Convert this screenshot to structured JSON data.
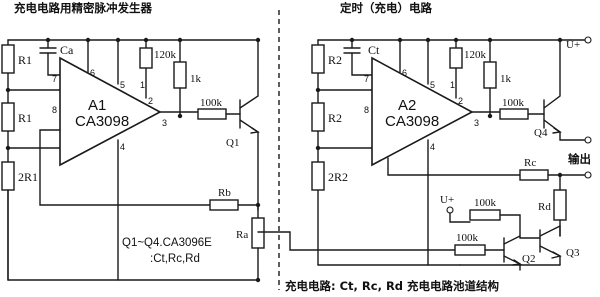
{
  "titles": {
    "left": "充电电路用精密脉冲发生器",
    "right": "定时（充电）电路"
  },
  "chips": {
    "a1_name": "A1",
    "a1_part": "CA3098",
    "a2_name": "A2",
    "a2_part": "CA3098"
  },
  "left": {
    "r1_top": "R1",
    "r1_mid": "R1",
    "r2": "2R1",
    "ca": "Ca",
    "r120k": "120k",
    "r1k": "1k",
    "r100k": "100k",
    "q1": "Q1",
    "rb": "Rb",
    "ra": "Ra"
  },
  "right": {
    "r2_top": "R2",
    "r2_mid": "R2",
    "r2_2": "2R2",
    "ct": "Ct",
    "r120k": "120k",
    "r1k": "1k",
    "r100k": "100k",
    "q4": "Q4",
    "rc": "Rc",
    "rd": "Rd",
    "u_plus_top": "U+",
    "u_plus_mid": "U+",
    "r100k_b": "100k",
    "r100k_c": "100k",
    "q2": "Q2",
    "q3": "Q3",
    "output": "输出"
  },
  "pins": {
    "p7a": "7",
    "p6a": "6",
    "p5a": "5",
    "p1a": "1",
    "p8a": "8",
    "p2a": "2",
    "p3a": "3",
    "p4a": "4",
    "p7b": "7",
    "p6b": "6",
    "p5b": "5",
    "p1b": "1",
    "p8b": "8",
    "p2b": "2",
    "p3b": "3",
    "p4b": "4"
  },
  "notes": {
    "transistors_line1": "Q1~Q4.CA3096E",
    "transistors_line2": ":Ct,Rc,Rd",
    "bottom_caption": "充电电路: Ct, Rc, Rd  充电电路池道结构"
  }
}
